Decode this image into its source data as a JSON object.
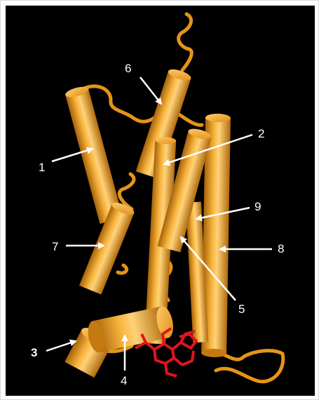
{
  "labels": {
    "h1": "1",
    "h2": "2",
    "h3": "3",
    "h4": "4",
    "h5": "5",
    "h6": "6",
    "h7": "7",
    "h8": "8",
    "h9": "9"
  },
  "colors": {
    "background": "#000000",
    "helix": "#f2a020",
    "helix_dark": "#b36b08",
    "helix_light": "#ffd27a",
    "ligand": "#e0141e",
    "label_text": "#ffffff",
    "arrow": "#ffffff"
  }
}
